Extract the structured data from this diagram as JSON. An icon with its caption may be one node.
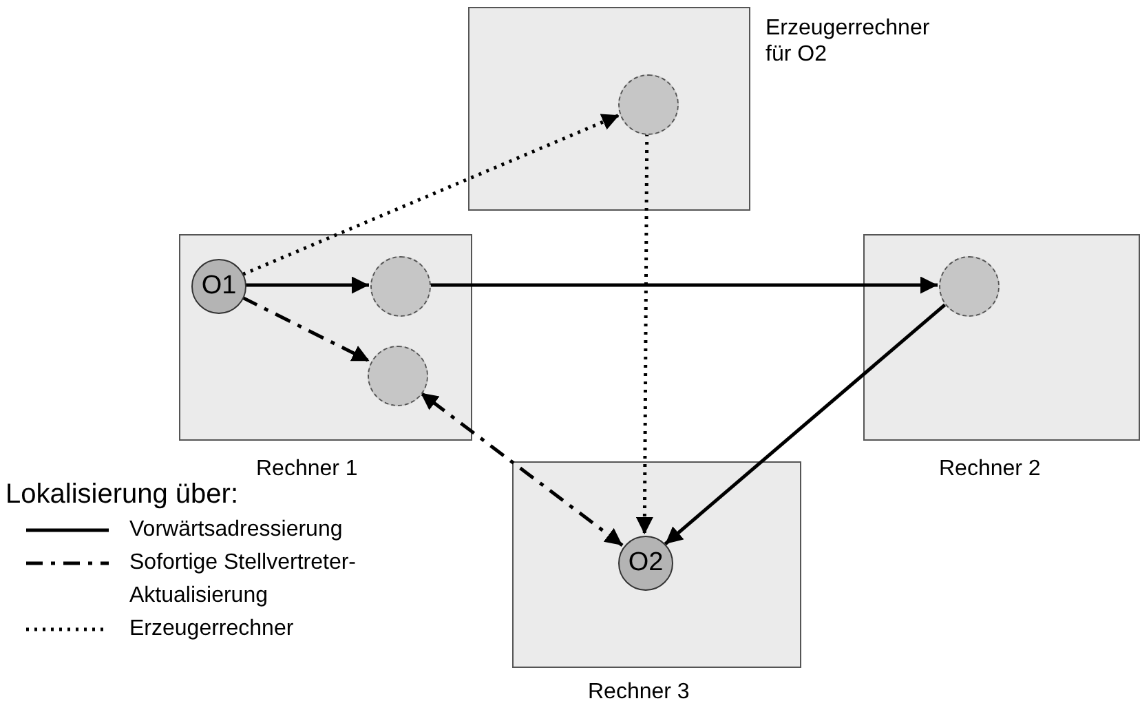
{
  "diagram": {
    "nodes": [
      {
        "text": [
          "Erzeugerrechner für O2"
        ]
      },
      {
        "text": [],
        "shape": "circle",
        "in": 0
      },
      {
        "text": [
          "Rechner 1"
        ]
      },
      {
        "text": [
          "O1"
        ],
        "in": 2
      },
      {
        "text": [],
        "shape": "circle",
        "in": 2
      },
      {
        "text": [],
        "shape": "circle",
        "in": 2
      },
      {
        "text": [
          "Rechner 2"
        ]
      },
      {
        "text": [],
        "shape": "circle",
        "in": 6
      },
      {
        "text": [
          "Rechner 3"
        ]
      },
      {
        "text": [
          "O2"
        ],
        "in": 8
      }
    ],
    "edges": [
      {
        "from": 3,
        "to": 1,
        "arrow": "to",
        "style": "dashed"
      },
      {
        "from": 1,
        "to": 9,
        "arrow": "to",
        "style": "dashed"
      },
      {
        "from": 3,
        "to": 4,
        "arrow": "to"
      },
      {
        "from": 4,
        "to": 7,
        "arrow": "to"
      },
      {
        "from": 7,
        "to": 9,
        "arrow": "to"
      },
      {
        "from": 3,
        "to": 5,
        "arrow": "to",
        "style": "dashed"
      },
      {
        "from": 9,
        "to": 5,
        "arrow": "both",
        "style": "dashed"
      }
    ],
    "labels": [
      "Lokalisierung über:"
    ],
    "legend": [
      {
        "text": "Vorwärtsadressierung"
      },
      {
        "text": "Sofortige Stellvertreter-Aktualisierung"
      },
      {
        "text": "Erzeugerrechner"
      }
    ]
  }
}
